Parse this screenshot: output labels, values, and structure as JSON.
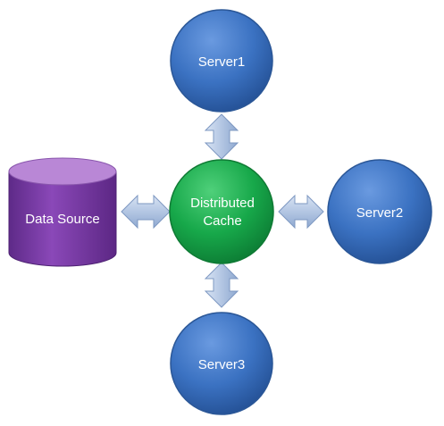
{
  "nodes": {
    "server1": {
      "label": "Server1"
    },
    "server2": {
      "label": "Server2"
    },
    "server3": {
      "label": "Server3"
    },
    "cache": {
      "label_line1": "Distributed",
      "label_line2": "Cache"
    },
    "data_source": {
      "label": "Data Source"
    }
  },
  "colors": {
    "server_fill": "#3b72c2",
    "server_stroke": "#2b5797",
    "cache_fill": "#17a84a",
    "cache_stroke": "#0f7a34",
    "cylinder_body": "#7a3aa6",
    "cylinder_top": "#b987d6",
    "arrow_fill": "#b6c8e4",
    "arrow_stroke": "#7e98c2"
  }
}
